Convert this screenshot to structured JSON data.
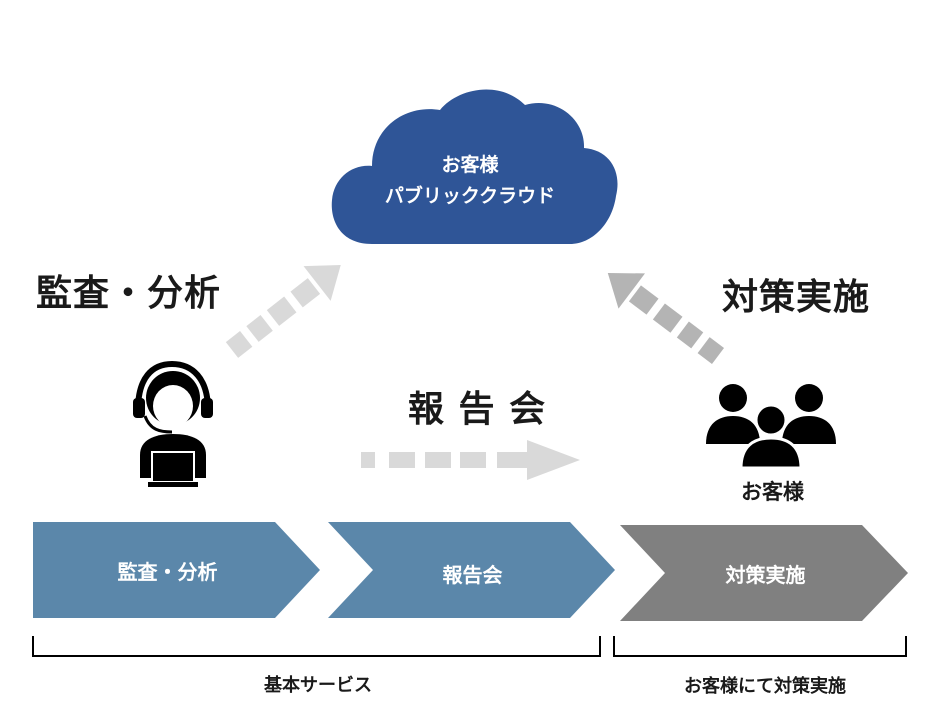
{
  "cloud": {
    "line1": "お客様",
    "line2": "パブリッククラウド",
    "color": "#2f5597"
  },
  "labels": {
    "audit": "監査・分析",
    "report": "報 告 会",
    "countermeasure": "対策実施",
    "customer": "お客様"
  },
  "icons": {
    "auditor": "headset-operator-laptop-icon",
    "customers": "user-group-icon"
  },
  "process": {
    "steps": [
      {
        "label": "監査・分析",
        "color": "#5b87aa"
      },
      {
        "label": "報告会",
        "color": "#5b87aa"
      },
      {
        "label": "対策実施",
        "color": "#808080"
      }
    ]
  },
  "brackets": {
    "basic_service": "基本サービス",
    "customer_action": "お客様にて対策実施"
  },
  "colors": {
    "arrow_gray": "#d9d9d9",
    "arrow_dark": "#b4b4b4",
    "icon": "#000000"
  }
}
